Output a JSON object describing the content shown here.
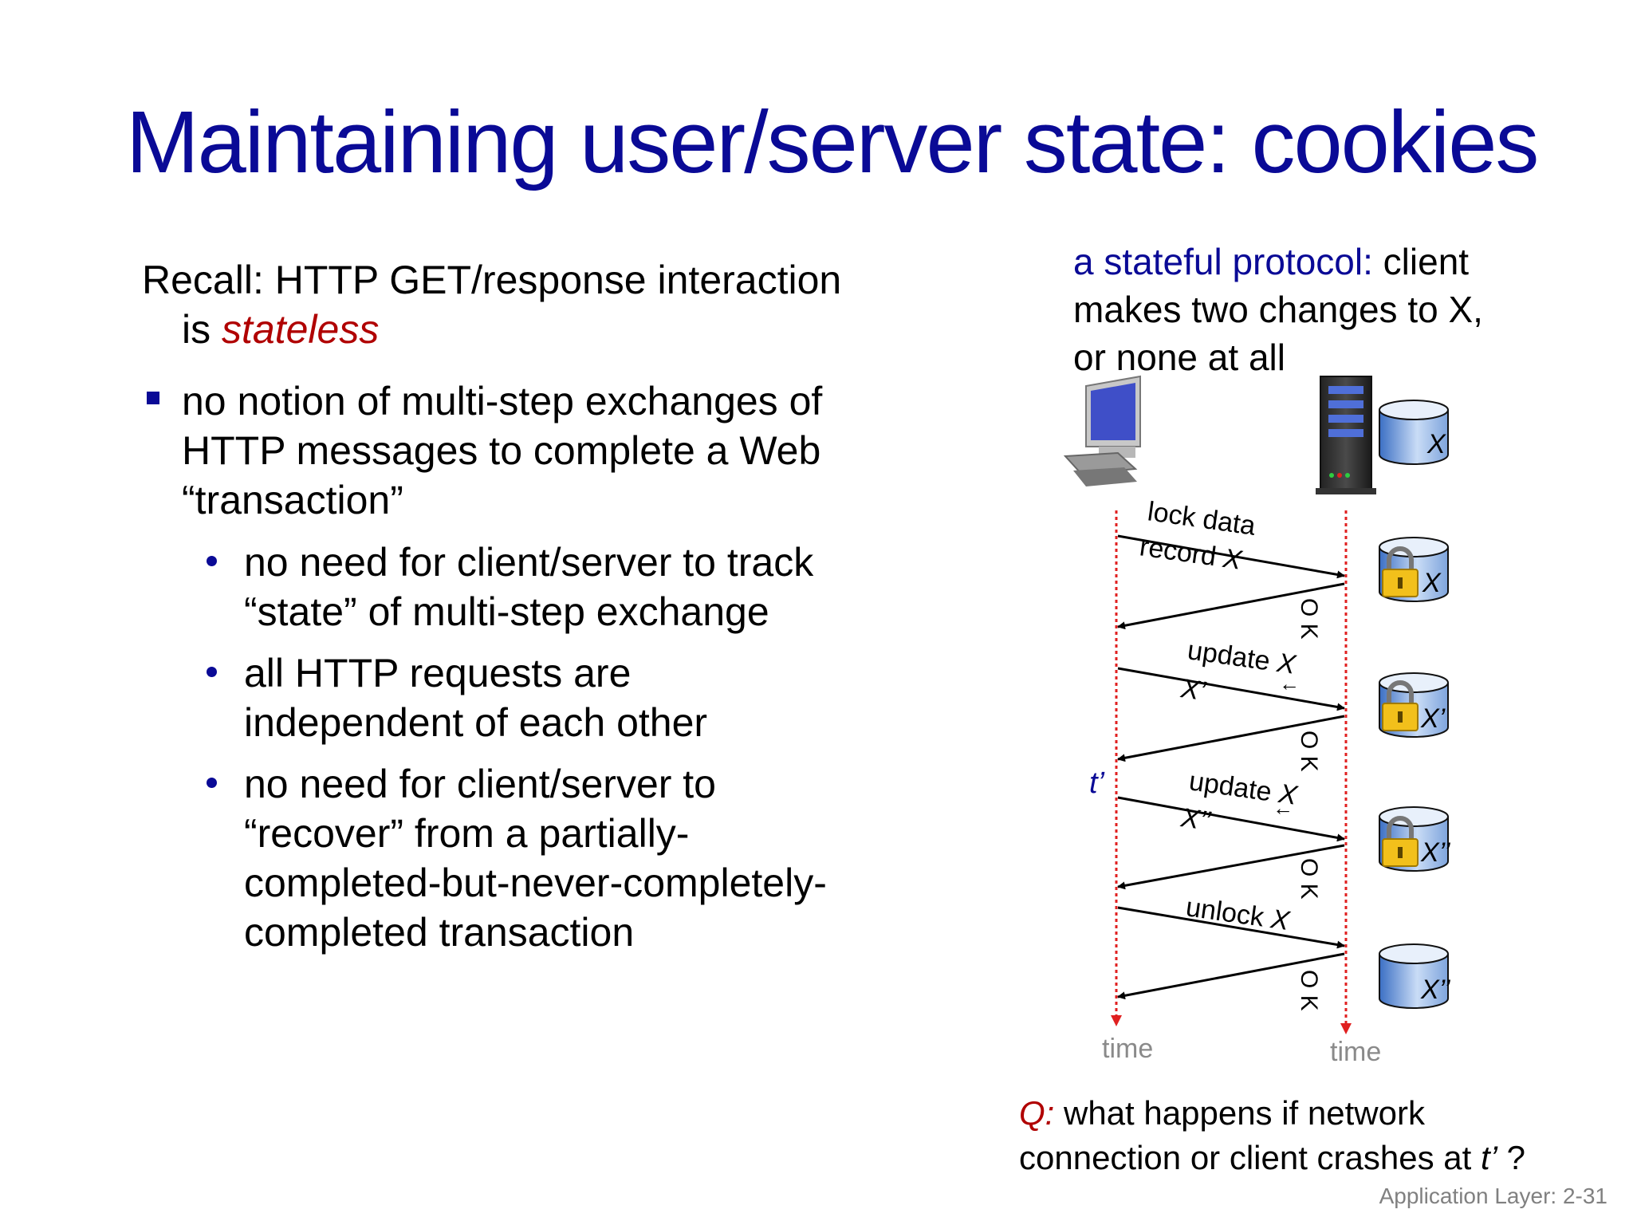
{
  "slide": {
    "title": "Maintaining user/server state: cookies",
    "footer": "Application Layer: 2-31"
  },
  "left": {
    "recall_line1": "Recall:  HTTP GET/response interaction",
    "recall_is": "is",
    "recall_stateless": "stateless",
    "bullet1": [
      "no notion of multi-step exchanges of",
      "HTTP messages to complete a Web",
      "“transaction”"
    ],
    "sub1": [
      "no need for client/server to track",
      "“state” of multi-step exchange"
    ],
    "sub2": [
      "all HTTP requests are",
      "independent of each other"
    ],
    "sub3": [
      "no need for client/server to",
      "“recover” from a partially-",
      "completed-but-never-completely-",
      "completed transaction"
    ]
  },
  "right": {
    "stateful_prefix": "a stateful protocol:",
    "stateful_rest1": " client",
    "stateful_line2": "makes two changes to X,",
    "stateful_line3": "or none at all"
  },
  "diagram": {
    "msg1": "lock data",
    "msg1b": "record",
    "msg1x": "X",
    "ok": "O K",
    "msg2": "update",
    "msg2x": "X",
    "msg2b": "X’",
    "msg3": "update",
    "msg3x": "X",
    "msg3b": "X’’",
    "msg4": "unlock",
    "msg4x": "X",
    "t_prime": "t’",
    "time_left": "time",
    "time_right": "time",
    "db_labels": [
      "X",
      "X",
      "X’",
      "X’’",
      "X’’"
    ],
    "arrow_symbol": "←",
    "icon_names": [
      "computer-icon",
      "server-icon",
      "database-icon",
      "lock-icon"
    ]
  },
  "question": {
    "q": "Q:",
    "line1": " what happens if network",
    "line2": "connection or client crashes at",
    "tprime": "t’",
    "end": " ?"
  },
  "colors": {
    "title_blue": "#0a0a96",
    "accent_red": "#b00000",
    "timeline_red": "#e02020"
  }
}
